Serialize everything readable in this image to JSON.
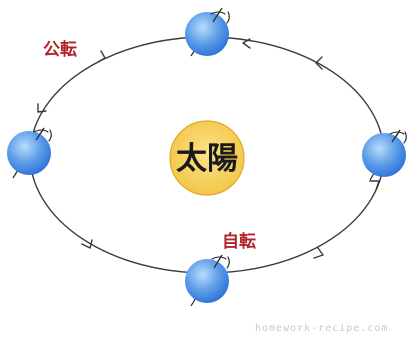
{
  "sun": {
    "label": "太陽",
    "fill": "#f6cf55",
    "outline": "#e2a92a"
  },
  "labels": {
    "revolution": "公転",
    "rotation": "自転",
    "color": "#b0242a"
  },
  "planet": {
    "fill_light": "#9ccaf7",
    "fill_dark": "#2c6fd6",
    "axis_color": "#2a2a2a"
  },
  "watermark": {
    "text": "homework-recipe.com"
  }
}
